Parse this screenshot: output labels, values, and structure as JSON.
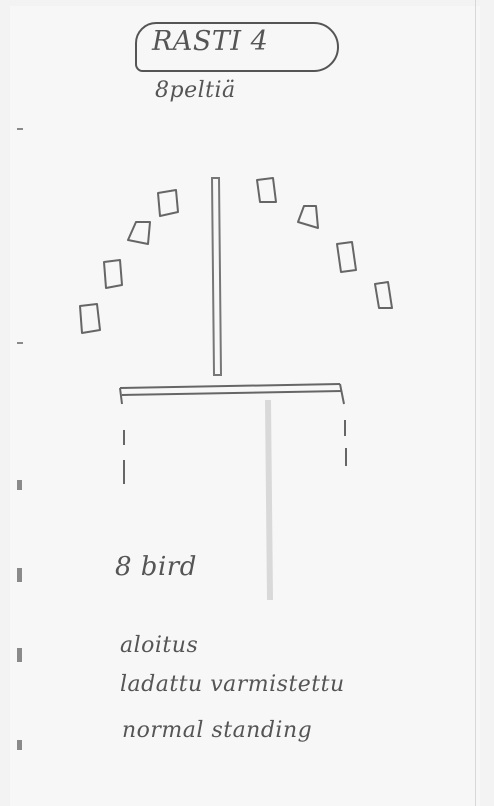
{
  "title": "RASTI 4",
  "subtitle": "8peltiä",
  "diagram": {
    "plate_count": 8
  },
  "notes": {
    "bird": "8 bird",
    "start": "aloitus",
    "loaded": "ladattu varmistettu",
    "stance": "normal standing"
  }
}
